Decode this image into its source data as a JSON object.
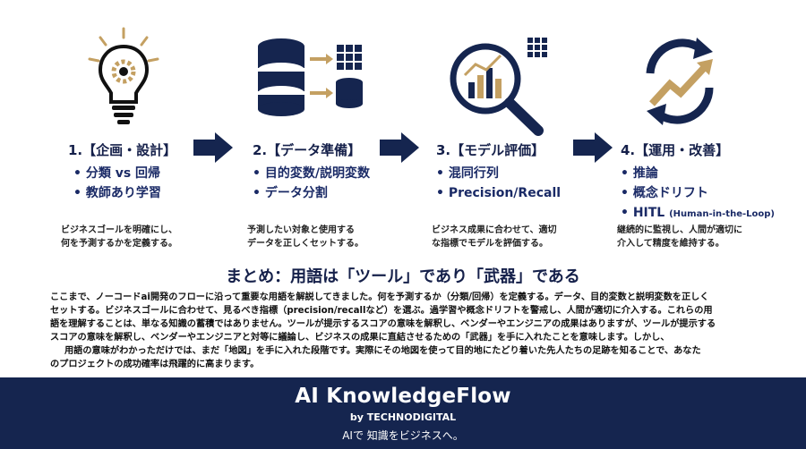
{
  "steps": [
    {
      "title": "1.【企画・設計】",
      "bullets": [
        "分類 vs 回帰",
        "教師あり学習"
      ],
      "desc": [
        "ビジネスゴールを明確にし、",
        "何を予測するかを定義する。"
      ]
    },
    {
      "title": "2.【データ準備】",
      "bullets": [
        "目的変数/説明変数",
        "データ分割"
      ],
      "desc": [
        "予測したい対象と使用する",
        "データを正しくセットする。"
      ]
    },
    {
      "title": "3.【モデル評価】",
      "bullets": [
        "混同行列",
        "Precision/Recall"
      ],
      "desc": [
        "ビジネス成果に合わせて、適切",
        "な指標でモデルを評価する。"
      ]
    },
    {
      "title": "4.【運用・改善】",
      "bullets": [
        "推論",
        "概念ドリフト",
        "HITL",
        "(Human-in-the-Loop)"
      ],
      "desc": [
        "継続的に監視し、人間が適切に",
        "介入して精度を維持する。"
      ]
    }
  ],
  "summary": {
    "title": "まとめ：用語は「ツール」であり「武器」である",
    "lines": [
      "ここまで、ノーコードai開発のフローに沿って重要な用語を解説してきました。何を予測するか（分類/回帰）を定義する。データ、目的変数と説明変数を正しく",
      "セットする。ビジネスゴールに合わせて、見るべき指標（precision/recallなど）を選ぶ。過学習や概念ドリフトを警戒し、人間が適切に介入する。これらの用",
      "語を理解することは、単なる知識の蓄積ではありません。ツールが提示するスコアの意味を解釈し、ベンダーやエンジニアの成果はありますが、ツールが提示する",
      "スコアの意味を解釈し、ベンダーやエンジニアと対等に議論し、ビジネスの成果に直結させるための「武器」を手に入れたことを意味します。しかし、",
      "用語の意味がわかっただけでは、まだ「地図」を手に入れた段階です。実際にその地図を使って目的地にたどり着いた先人たちの足跡を知ることで、あなた",
      "のプロジェクトの成功確率は飛躍的に高まります。"
    ]
  },
  "footer": {
    "brand": "AI KnowledgeFlow",
    "by": "by TECHNODIGITAL",
    "tagline": "AIで 知識をビジネスへ。"
  },
  "colors": {
    "navy": "#15254f",
    "gold": "#c4a062"
  },
  "icons": [
    "lightbulb-gear-icon",
    "database-transfer-icon",
    "magnifier-chart-icon",
    "cycle-growth-icon",
    "arrow-right-icon"
  ]
}
